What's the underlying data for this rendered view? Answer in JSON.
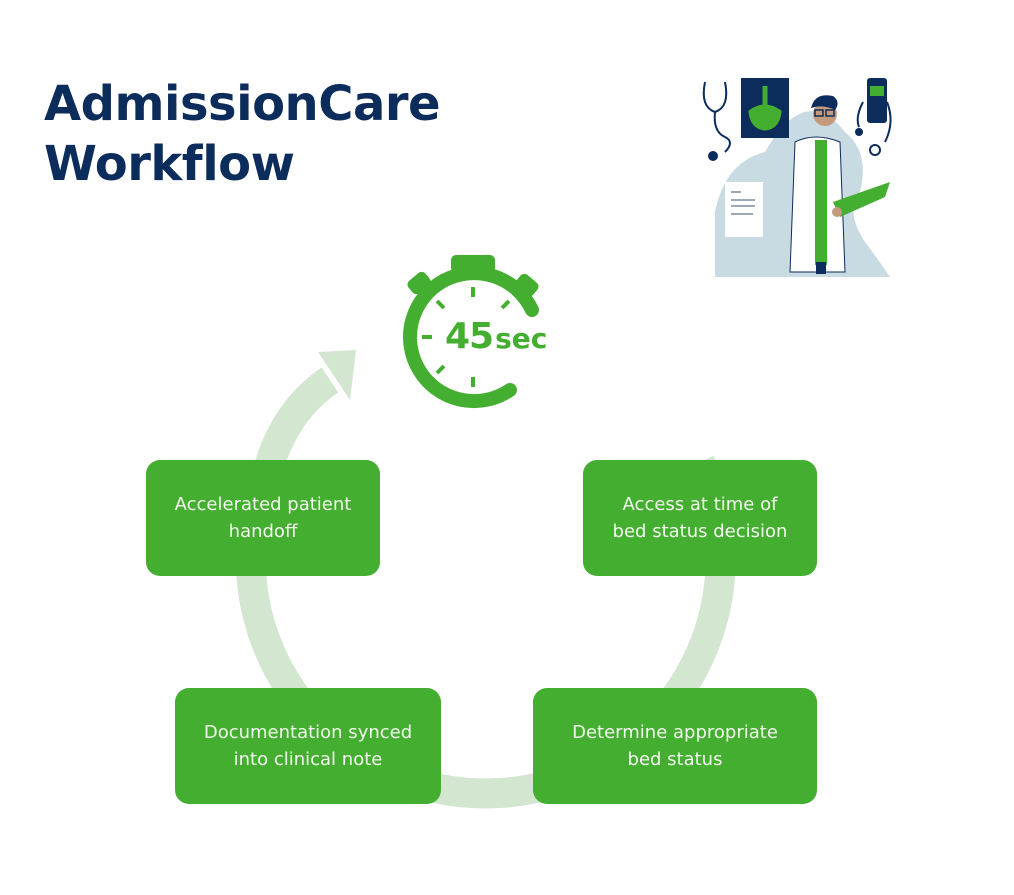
{
  "title": {
    "line1": "AdmissionCare",
    "line2": "Workflow"
  },
  "timer": {
    "value": "45",
    "unit": "sec",
    "icon": "stopwatch-icon"
  },
  "illustration": {
    "icon": "doctor-with-clipboard-illustration"
  },
  "steps": [
    {
      "line1": "Access at time of",
      "line2": "bed status decision"
    },
    {
      "line1": "Determine appropriate",
      "line2": "bed status"
    },
    {
      "line1": "Documentation synced",
      "line2": "into clinical note"
    },
    {
      "line1": "Accelerated patient",
      "line2": "handoff"
    }
  ],
  "colors": {
    "title": "#0c2c5c",
    "box": "#43ae2f",
    "box_text": "#f2f8ee",
    "arc": "#d2e6d0",
    "illustration_bg": "#c9dbe2",
    "navy": "#0c2c5c"
  }
}
